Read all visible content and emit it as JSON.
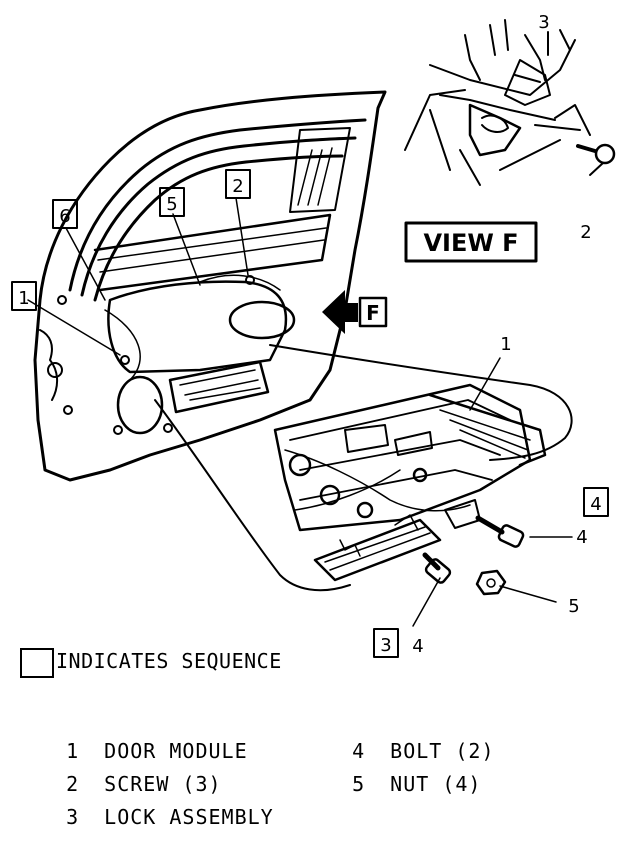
{
  "diagram": {
    "view_label": "VIEW F",
    "arrow_label": "F",
    "callouts": {
      "c1_top": "1",
      "c2_top": "2",
      "c3_top": "3",
      "c1_right": "1",
      "c2_view": "2",
      "c4_right": "4",
      "c4_bottom": "4",
      "c5": "5"
    },
    "sequence_boxes": {
      "s1": "1",
      "s2": "2",
      "s3": "3",
      "s4": "4",
      "s5": "5",
      "s6": "6"
    }
  },
  "legend": {
    "sequence_note": "INDICATES SEQUENCE",
    "items": [
      {
        "num": "1",
        "label": "DOOR MODULE"
      },
      {
        "num": "2",
        "label": "SCREW (3)"
      },
      {
        "num": "3",
        "label": "LOCK ASSEMBLY"
      },
      {
        "num": "4",
        "label": "BOLT (2)"
      },
      {
        "num": "5",
        "label": "NUT (4)"
      }
    ]
  }
}
